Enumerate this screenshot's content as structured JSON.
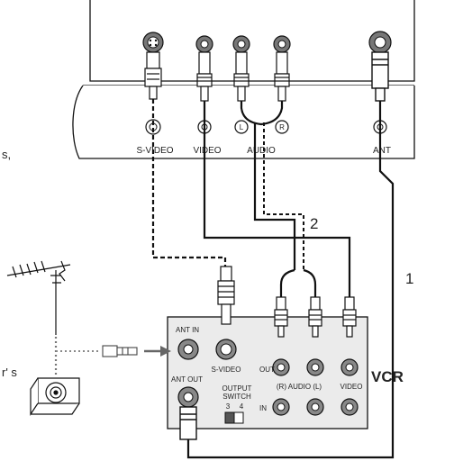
{
  "tv_panel": {
    "svideo_label": "S-VIDEO",
    "video_label": "VIDEO",
    "audio_label": "AUDIO",
    "audio_left_mark": "L",
    "audio_right_mark": "R",
    "ant_label": "ANT"
  },
  "cable_numbers": {
    "cable_1": "1",
    "cable_2": "2"
  },
  "vcr_panel": {
    "title": "VCR",
    "ant_in_label": "ANT IN",
    "ant_out_label": "ANT OUT",
    "svideo_label": "S-VIDEO",
    "out_label": "OUT",
    "in_label": "IN",
    "audio_row_label": "(R) AUDIO (L)",
    "video_label": "VIDEO",
    "output_switch_label_1": "OUTPUT",
    "output_switch_label_2": "SWITCH",
    "switch_pos_3": "3",
    "switch_pos_4": "4"
  },
  "left_margin": {
    "fragment_1": "s,",
    "fragment_2": "r' s"
  },
  "colors": {
    "line": "#111111",
    "panel_fill": "#ebebeb",
    "jack_fill": "#888888"
  }
}
